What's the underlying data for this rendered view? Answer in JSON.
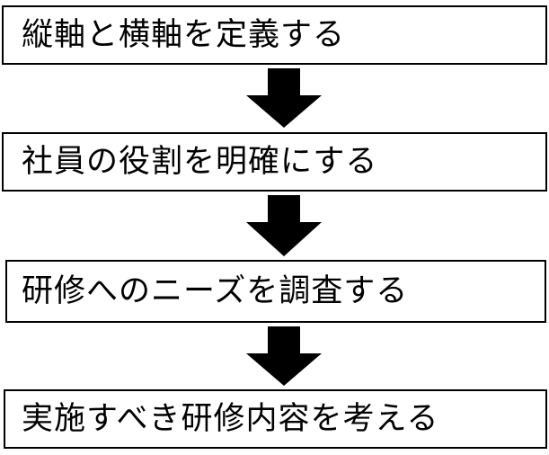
{
  "steps": [
    {
      "label": "縦軸と横軸を定義する"
    },
    {
      "label": "社員の役割を明確にする"
    },
    {
      "label": "研修へのニーズを調査する"
    },
    {
      "label": "実施すべき研修内容を考える"
    }
  ],
  "colors": {
    "border": "#000000",
    "arrow": "#000000",
    "background": "#ffffff",
    "text": "#000000"
  },
  "icons": {
    "connector": "down-arrow-icon"
  }
}
